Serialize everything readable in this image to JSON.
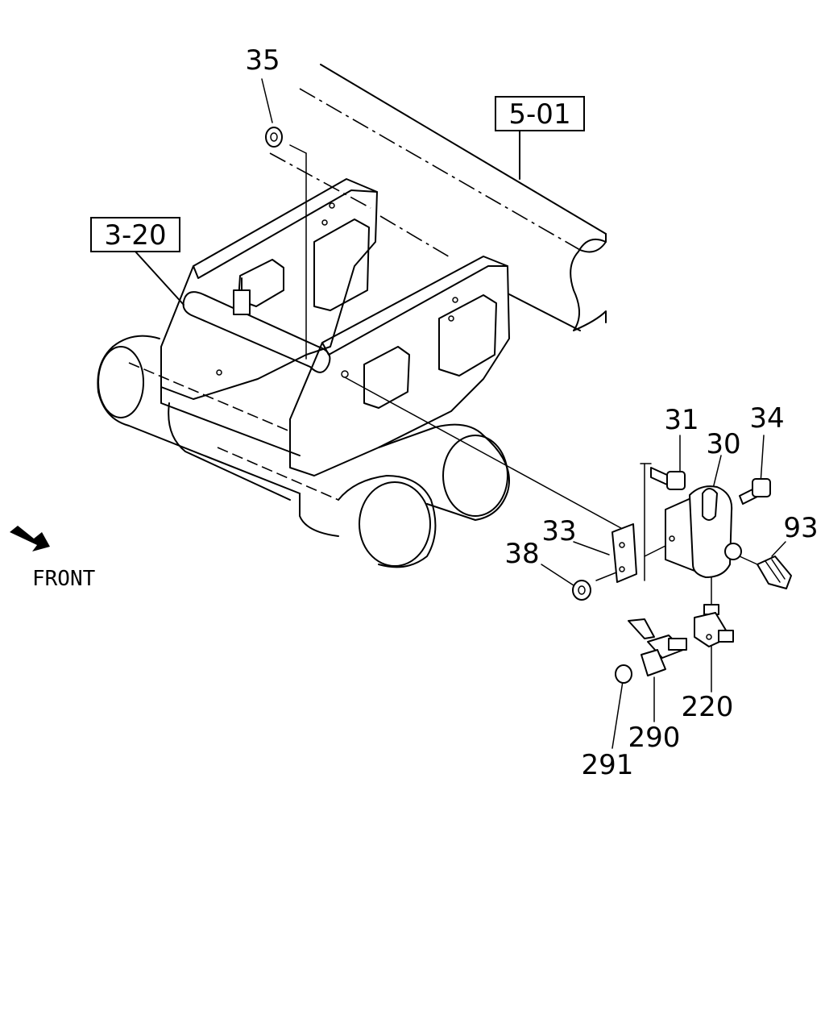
{
  "references": {
    "frame": "5-01",
    "crossmember": "3-20"
  },
  "callouts": {
    "p35": "35",
    "p31": "31",
    "p34": "34",
    "p30": "30",
    "p93": "93",
    "p33": "33",
    "p38": "38",
    "p220": "220",
    "p290": "290",
    "p291": "291"
  },
  "direction": {
    "label": "FRONT"
  }
}
